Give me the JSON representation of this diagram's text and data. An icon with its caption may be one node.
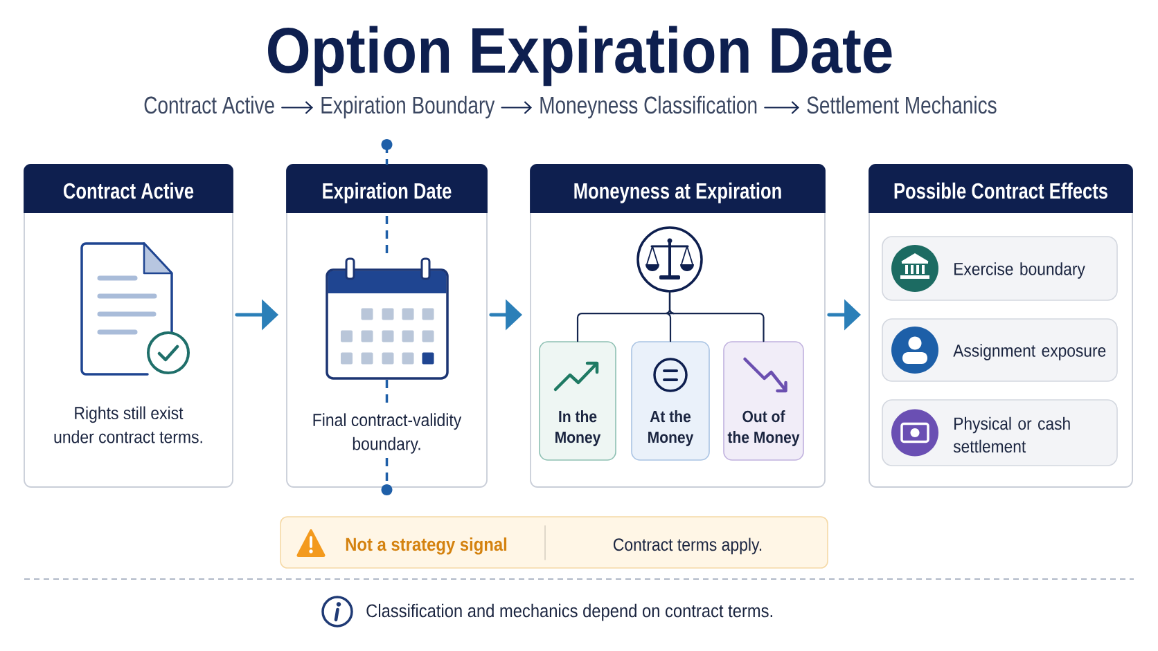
{
  "diagram": {
    "title": "Option Expiration Date",
    "nodes": [
      {
        "text": [
          "Contract Active"
        ]
      },
      {
        "text": [
          "Expiration Boundary"
        ]
      },
      {
        "text": [
          "Moneyness Classification"
        ]
      },
      {
        "text": [
          "Settlement Mechanics"
        ]
      },
      {
        "text": [
          "Contract Active",
          "Rights still exist under contract terms."
        ]
      },
      {
        "text": [
          "Expiration Date",
          "Final contract-validity boundary."
        ]
      },
      {
        "text": [
          "Moneyness at Expiration"
        ]
      },
      {
        "text": [],
        "shape": "circle",
        "in": 6
      },
      {
        "text": [
          "In the Money"
        ],
        "in": 6
      },
      {
        "text": [
          "At the Money"
        ],
        "in": 6
      },
      {
        "text": [
          "Out of the Money"
        ],
        "in": 6
      },
      {
        "text": [
          "Possible Contract Effects"
        ]
      },
      {
        "text": [
          "Exercise boundary"
        ],
        "in": 11
      },
      {
        "text": [
          "Assignment exposure"
        ],
        "in": 11
      },
      {
        "text": [
          "Physical or cash settlement"
        ],
        "in": 11
      },
      {
        "text": [
          "Not a strategy signal",
          "Contract terms apply."
        ]
      }
    ],
    "edges": [
      {
        "from": 0,
        "to": 1,
        "arrow": "to"
      },
      {
        "from": 1,
        "to": 2,
        "arrow": "to"
      },
      {
        "from": 2,
        "to": 3,
        "arrow": "to"
      },
      {
        "from": 4,
        "to": 5,
        "arrow": "to",
        "style": "thick",
        "color": "#2b7fb8"
      },
      {
        "from": 5,
        "to": 6,
        "arrow": "to",
        "style": "thick",
        "color": "#2b7fb8"
      },
      {
        "from": 6,
        "to": 11,
        "arrow": "to",
        "style": "thick",
        "color": "#2b7fb8"
      },
      {
        "from": 7,
        "to": 8,
        "arrow": "none"
      },
      {
        "from": 7,
        "to": 9,
        "arrow": "none"
      },
      {
        "from": 7,
        "to": 10,
        "arrow": "none"
      }
    ],
    "labels": [
      "Classification and mechanics depend on contract terms."
    ]
  }
}
